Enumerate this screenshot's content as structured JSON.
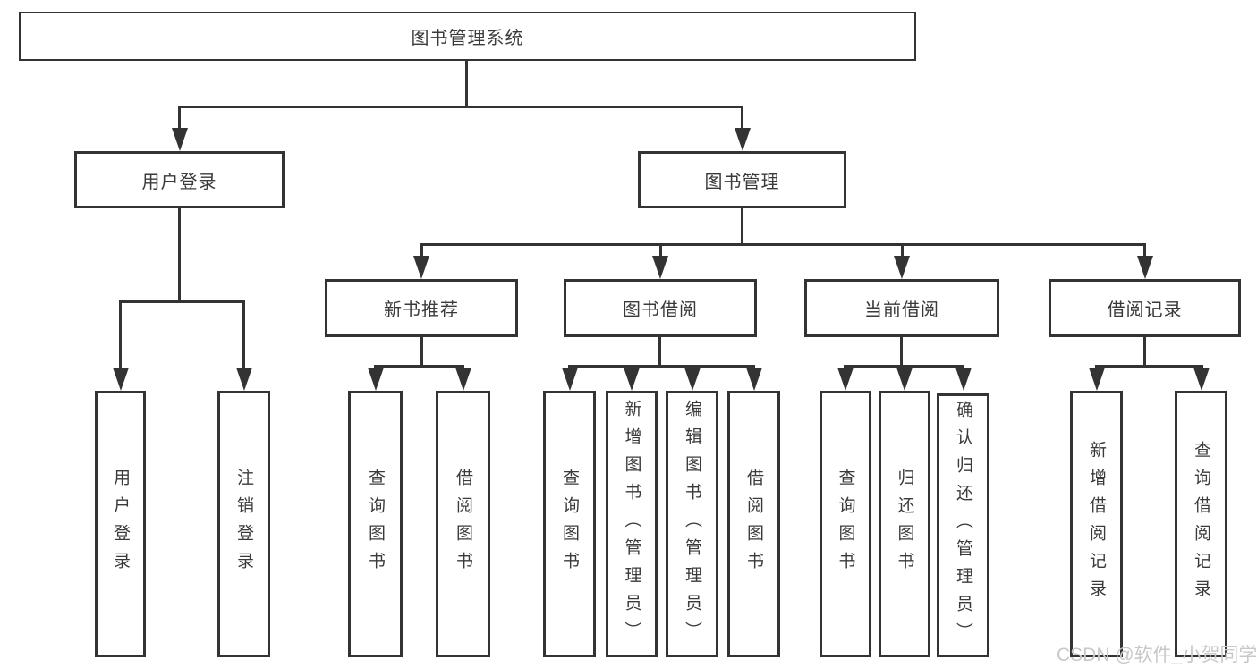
{
  "diagram": {
    "root": "图书管理系统",
    "level2": {
      "login": "用户登录",
      "management": "图书管理"
    },
    "login_children": [
      "用户登录",
      "注销登录"
    ],
    "sections": [
      {
        "label": "新书推荐",
        "children": [
          "查询图书",
          "借阅图书"
        ]
      },
      {
        "label": "图书借阅",
        "children": [
          "查询图书",
          "新增图书（管理员）",
          "编辑图书（管理员）",
          "借阅图书"
        ]
      },
      {
        "label": "当前借阅",
        "children": [
          "查询图书",
          "归还图书",
          "确认归还（管理员）"
        ]
      },
      {
        "label": "借阅记录",
        "children": [
          "新增借阅记录",
          "查询借阅记录"
        ]
      }
    ],
    "colors": {
      "line": "#333333",
      "text": "#3a3a3a",
      "background": "#ffffff",
      "watermark": "#c8c8c8"
    },
    "watermark": "CSDN @软件_小贺同学"
  }
}
